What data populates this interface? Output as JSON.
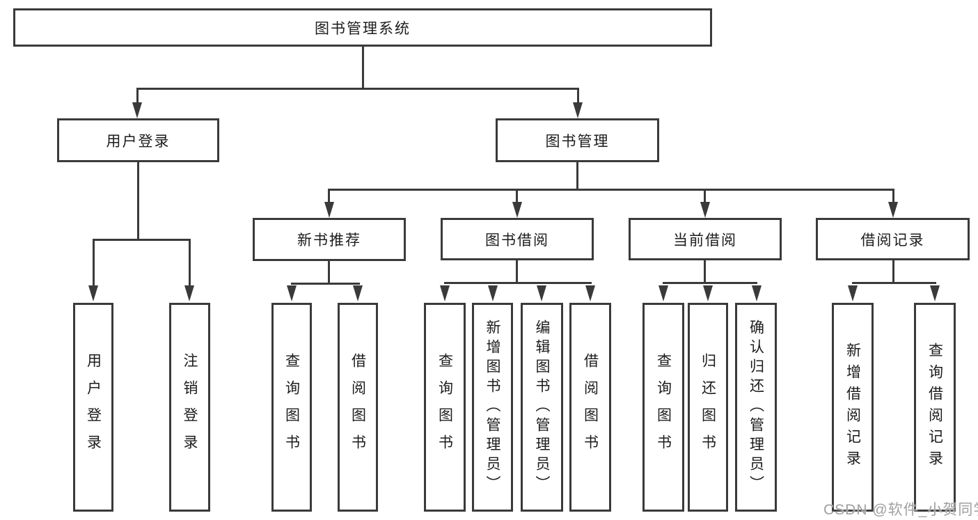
{
  "colors": {
    "line": "#3a3a3a",
    "text": "#1c1c1c",
    "background": "#ffffff",
    "watermark_gray": "#a0a0a0"
  },
  "watermark": "CSDN @软件_小贺同学",
  "tree": {
    "root": "图书管理系统",
    "level2": {
      "user_login": "用户登录",
      "book_mgmt": "图书管理"
    },
    "level3": {
      "new_book": "新书推荐",
      "book_borrow": "图书借阅",
      "current_borrow": "当前借阅",
      "borrow_records": "借阅记录"
    },
    "leaves": {
      "user_login": "用户登录",
      "logout": "注销登录",
      "nb_query_book": "查询图书",
      "nb_borrow_book": "借阅图书",
      "bb_query_book": "查询图书",
      "bb_add_book": "新增图书（管理员）",
      "bb_edit_book": "编辑图书（管理员）",
      "bb_borrow_book": "借阅图书",
      "cb_query_book": "查询图书",
      "cb_return_book": "归还图书",
      "cb_confirm_return": "确认归还（管理员）",
      "br_add_record": "新增借阅记录",
      "br_query_record": "查询借阅记录"
    }
  }
}
